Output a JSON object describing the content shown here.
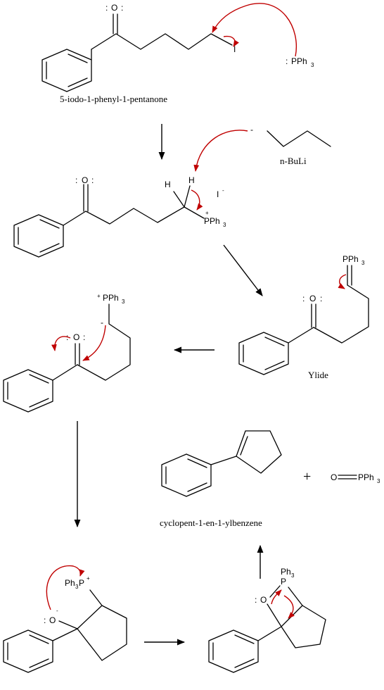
{
  "colors": {
    "bond": "#000000",
    "electron_arrow": "#c00000",
    "background": "#ffffff"
  },
  "labels": {
    "reactant_name": "5-iodo-1-phenyl-1-pentanone",
    "base_name": "n-BuLi",
    "ylide_name": "Ylide",
    "product_name": "cyclopent-1-en-1-ylbenzene",
    "plus_sign": "+",
    "pph3": "PPh",
    "sub3": "3",
    "ph3p": "Ph",
    "ph3": "Ph",
    "oxygen": "O",
    "iodine": "I",
    "iodide": "I",
    "phosphorus": "P",
    "hydrogen": "H",
    "lone_pair": ":",
    "plus_charge": "+",
    "minus_charge": "-"
  }
}
